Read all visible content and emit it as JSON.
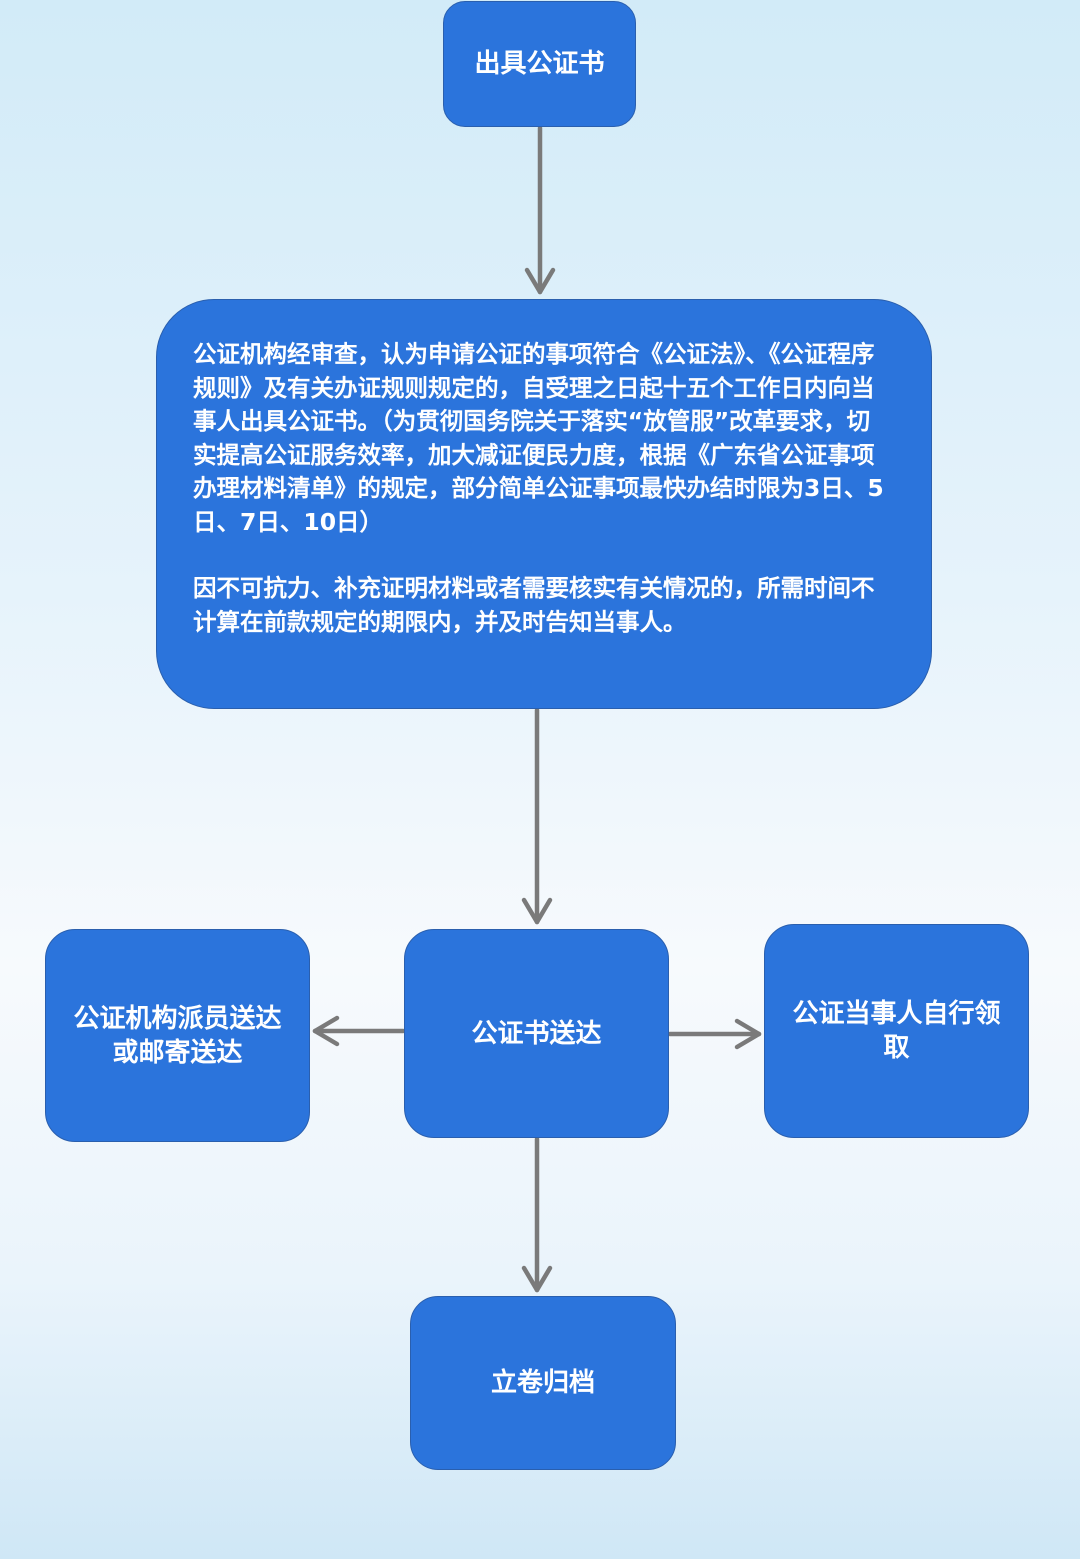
{
  "nodes": {
    "issue": {
      "label": "出具公证书"
    },
    "review": {
      "paragraph1": "公证机构经审查，认为申请公证的事项符合《公证法》、《公证程序规则》及有关办证规则规定的，自受理之日起十五个工作日内向当事人出具公证书。（为贯彻国务院关于落实“放管服”改革要求，切实提高公证服务效率，加大减证便民力度，根据《广东省公证事项办理材料清单》的规定，部分简单公证事项最快办结时限为3日、5日、7日、10日）",
      "paragraph2": "因不可抗力、补充证明材料或者需要核实有关情况的，所需时间不计算在前款规定的期限内，并及时告知当事人。"
    },
    "delivery": {
      "label": "公证书送达"
    },
    "agency_delivery": {
      "label": "公证机构派员送达或邮寄送达"
    },
    "self_pickup": {
      "label": "公证当事人自行领取"
    },
    "archive": {
      "label": "立卷归档"
    }
  },
  "colors": {
    "node_fill": "#2b74dc",
    "node_border": "#2a5fae",
    "node_text": "#ffffff",
    "arrow": "#7a7a7a",
    "background_top": "#d2ebf8",
    "background_bottom": "#cfe7f6"
  }
}
